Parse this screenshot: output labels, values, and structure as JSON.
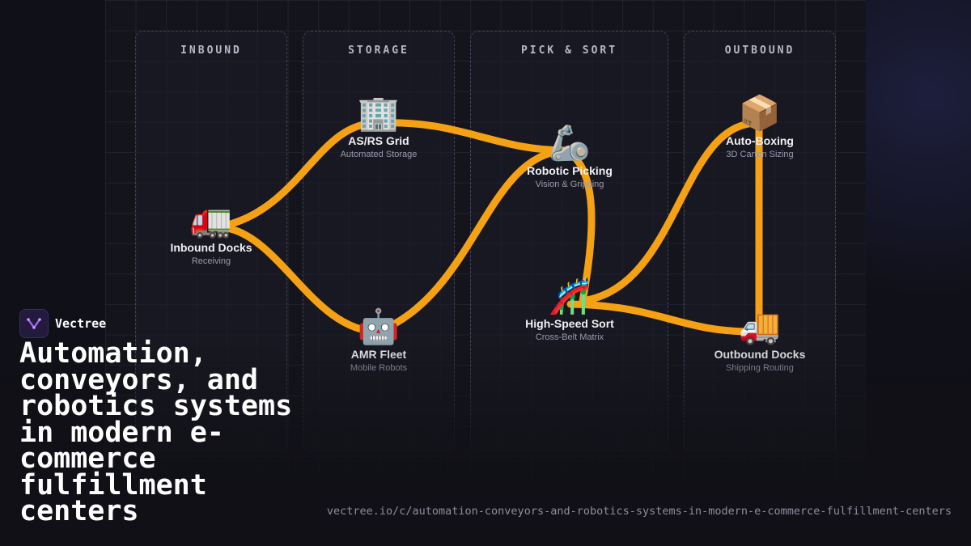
{
  "lanes": [
    {
      "title": "INBOUND"
    },
    {
      "title": "STORAGE"
    },
    {
      "title": "PICK & SORT"
    },
    {
      "title": "OUTBOUND"
    }
  ],
  "nodes": {
    "inbound_docks": {
      "icon": "delivery-truck-icon",
      "glyph": "🚛",
      "name": "Inbound Docks",
      "sub": "Receiving"
    },
    "asrs_grid": {
      "icon": "office-building-icon",
      "glyph": "🏢",
      "name": "AS/RS Grid",
      "sub": "Automated Storage"
    },
    "amr_fleet": {
      "icon": "robot-icon",
      "glyph": "🤖",
      "name": "AMR Fleet",
      "sub": "Mobile Robots"
    },
    "robotic_picking": {
      "icon": "robotic-arm-icon",
      "glyph": "🦾",
      "name": "Robotic Picking",
      "sub": "Vision & Gripping"
    },
    "high_speed_sort": {
      "icon": "roller-coaster-icon",
      "glyph": "🎢",
      "name": "High-Speed Sort",
      "sub": "Cross-Belt Matrix"
    },
    "auto_boxing": {
      "icon": "package-icon",
      "glyph": "📦",
      "name": "Auto-Boxing",
      "sub": "3D Carton Sizing"
    },
    "outbound_docks": {
      "icon": "moving-truck-icon",
      "glyph": "🚚",
      "name": "Outbound Docks",
      "sub": "Shipping Routing"
    }
  },
  "colors": {
    "flow": "#f5a114",
    "background": "#101018",
    "accent": "#8b5cf6"
  },
  "brand": {
    "name": "Vectree",
    "icon": "vectree-logo-icon"
  },
  "headline": "Automation, conveyors, and robotics systems in modern e-commerce fulfillment centers",
  "url": "vectree.io/c/automation-conveyors-and-robotics-systems-in-modern-e-commerce-fulfillment-centers"
}
